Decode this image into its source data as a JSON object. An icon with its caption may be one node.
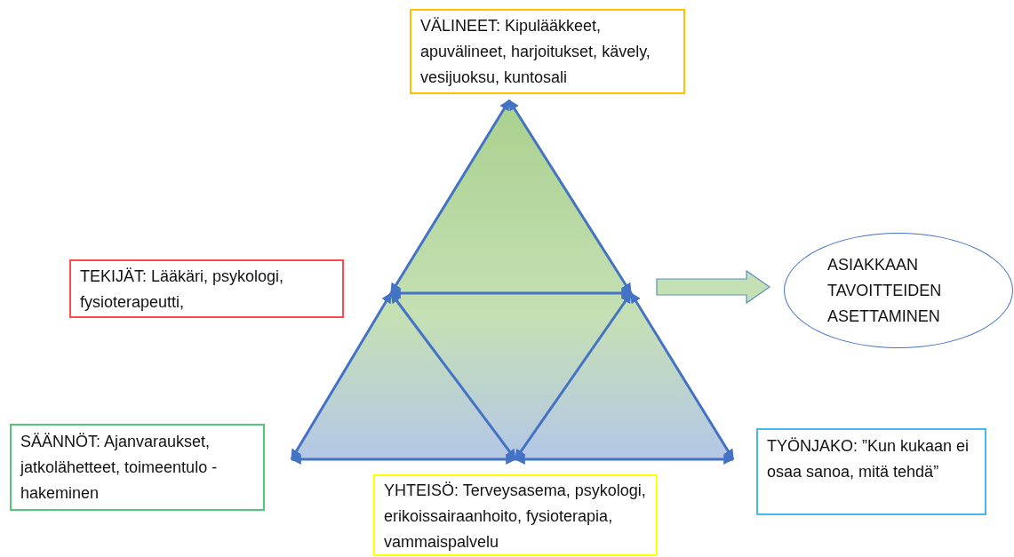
{
  "diagram": {
    "nodes": [
      {
        "text": [
          "VÄLINEET: Kipulääkkeet, apuvälineet, harjoitukset, kävely, vesijuoksu, kuntosali"
        ]
      },
      {
        "text": [
          "TEKIJÄT: Lääkäri, psykologi, fysioterapeutti,"
        ]
      },
      {
        "text": [],
        "shape": "triangle"
      },
      {
        "text": [
          "ASIAKKAAN TAVOITTEIDEN ASETTAMINEN"
        ]
      },
      {
        "text": [
          "SÄÄNNÖT: Ajanvaraukset, jatkolähetteet, toimeentulo - hakeminen"
        ]
      },
      {
        "text": [
          "YHTEISÖ: Terveysasema, psykologi, erikoissairaanhoito, fysioterapia, vammaispalvelu"
        ]
      },
      {
        "text": [
          "TYÖNJAKO: ”Kun kukaan ei osaa sanoa, mitä tehdä”"
        ]
      }
    ],
    "edges": [
      {
        "from": 2,
        "to": 3,
        "arrow": "to",
        "style": "thick"
      }
    ]
  }
}
